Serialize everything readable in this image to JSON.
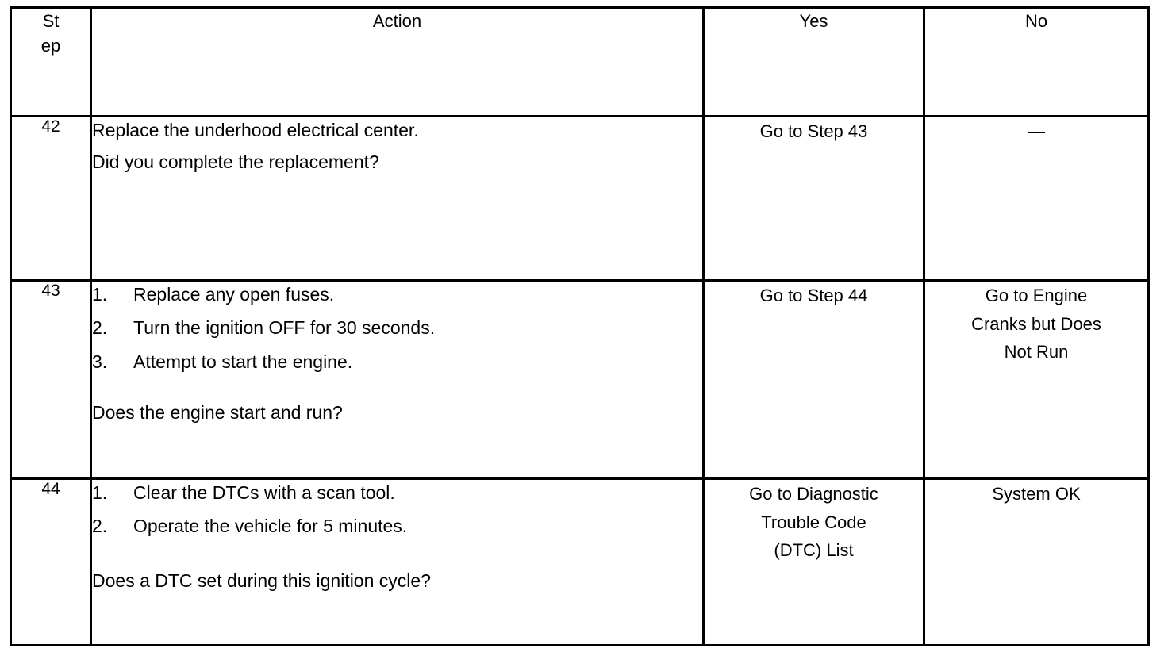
{
  "table": {
    "columns": [
      {
        "key": "step",
        "label_lines": [
          "St",
          "ep"
        ]
      },
      {
        "key": "action",
        "label": "Action"
      },
      {
        "key": "yes",
        "label": "Yes"
      },
      {
        "key": "no",
        "label": "No"
      }
    ],
    "rows": [
      {
        "step": "42",
        "action": {
          "type": "paragraphs",
          "paragraphs": [
            "Replace the underhood electrical center.",
            "Did you complete the replacement?"
          ]
        },
        "yes": [
          "Go to Step 43"
        ],
        "no": [
          "—"
        ]
      },
      {
        "step": "43",
        "action": {
          "type": "ordered-list",
          "items": [
            {
              "num": "1.",
              "text": "Replace any open fuses."
            },
            {
              "num": "2.",
              "text": "Turn the ignition OFF for 30 seconds."
            },
            {
              "num": "3.",
              "text": "Attempt to start the engine."
            }
          ],
          "question": "Does the engine start and run?"
        },
        "yes": [
          "Go to Step 44"
        ],
        "no": [
          "Go to Engine",
          "Cranks but Does",
          "Not Run"
        ]
      },
      {
        "step": "44",
        "action": {
          "type": "ordered-list",
          "items": [
            {
              "num": "1.",
              "text": "Clear the DTCs with a scan tool."
            },
            {
              "num": "2.",
              "text": "Operate the vehicle for 5 minutes."
            }
          ],
          "question": "Does a DTC set during this ignition cycle?"
        },
        "yes": [
          "Go to Diagnostic",
          "Trouble Code",
          "(DTC) List"
        ],
        "no": [
          "System OK"
        ]
      }
    ]
  },
  "colors": {
    "border": "#000000",
    "text": "#000000",
    "background": "#ffffff"
  }
}
